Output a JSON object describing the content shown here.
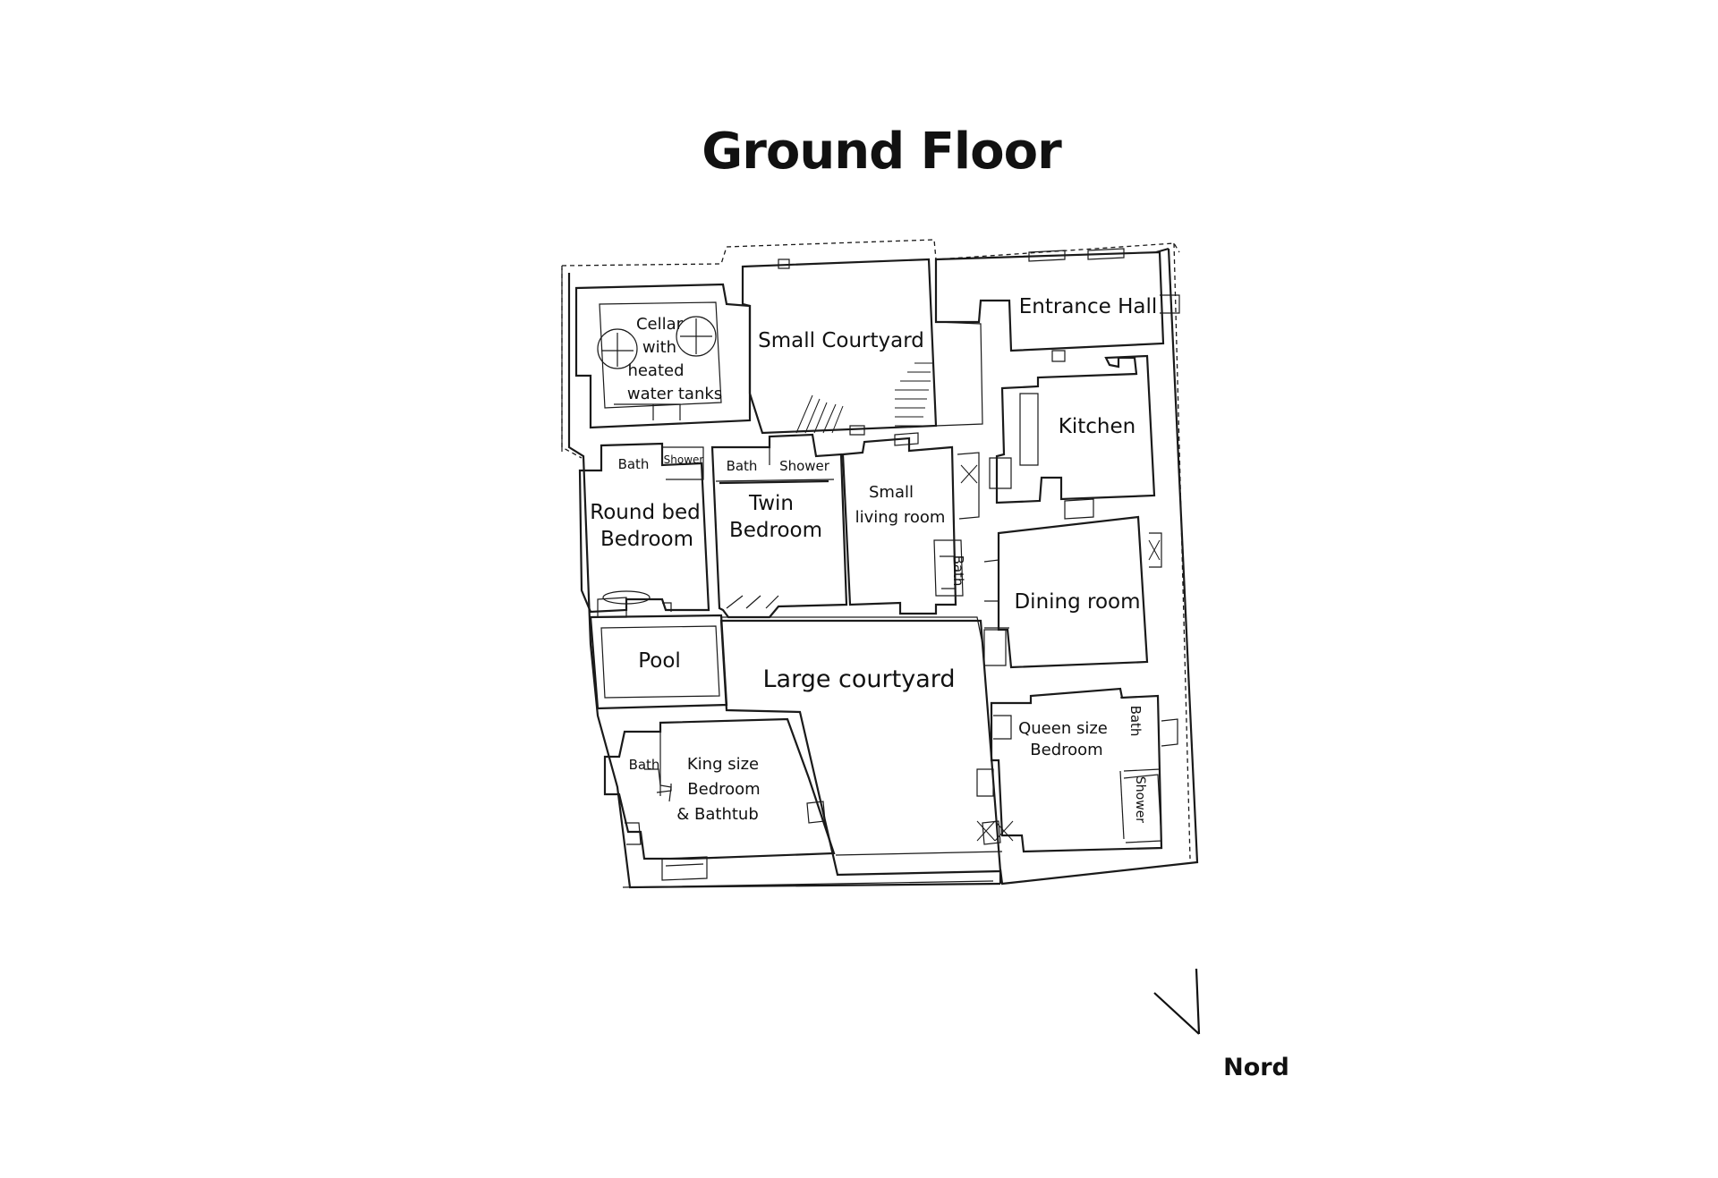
{
  "title": "Ground Floor",
  "north_label": "Nord",
  "rooms": {
    "cellar": [
      "Cellar",
      "with",
      "heated",
      "water tanks"
    ],
    "small_courtyard": "Small Courtyard",
    "entrance_hall": "Entrance Hall",
    "kitchen": "Kitchen",
    "bath_round": "Bath",
    "shower_round": "Shower",
    "bath_twin": "Bath",
    "shower_twin": "Shower",
    "round_bed_bedroom": [
      "Round bed",
      "Bedroom"
    ],
    "twin_bedroom": [
      "Twin",
      "Bedroom"
    ],
    "small_living_room": [
      "Small",
      "living room"
    ],
    "bath_living": "Bath",
    "dining_room": "Dining room",
    "pool": "Pool",
    "large_courtyard": "Large courtyard",
    "queen_bedroom": [
      "Queen size",
      "Bedroom"
    ],
    "bath_queen": "Bath",
    "shower_queen": "Shower",
    "bath_king": "Bath",
    "king_bedroom": [
      "King size",
      "Bedroom",
      "& Bathtub"
    ]
  }
}
